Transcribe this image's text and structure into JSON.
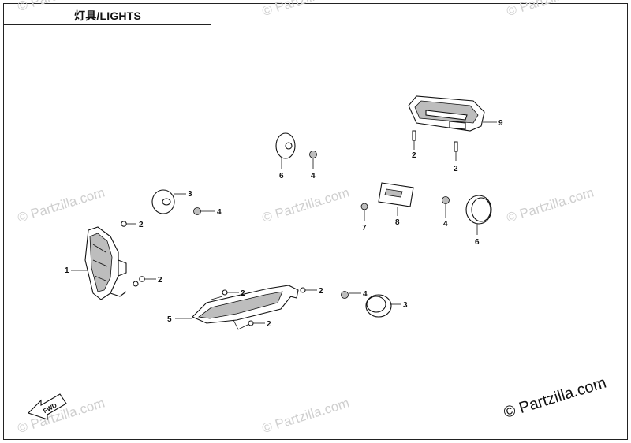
{
  "title": "灯具/LIGHTS",
  "watermark": "© Partzilla.com",
  "copyright": "© Partzilla.com",
  "direction_arrow": "FWD",
  "callouts": [
    "1",
    "2",
    "2",
    "2",
    "2",
    "2",
    "2",
    "2",
    "3",
    "3",
    "4",
    "4",
    "4",
    "4",
    "5",
    "6",
    "6",
    "7",
    "8",
    "9"
  ],
  "colors": {
    "line": "#111111",
    "watermark": "#cfcfcf",
    "background": "#ffffff"
  }
}
